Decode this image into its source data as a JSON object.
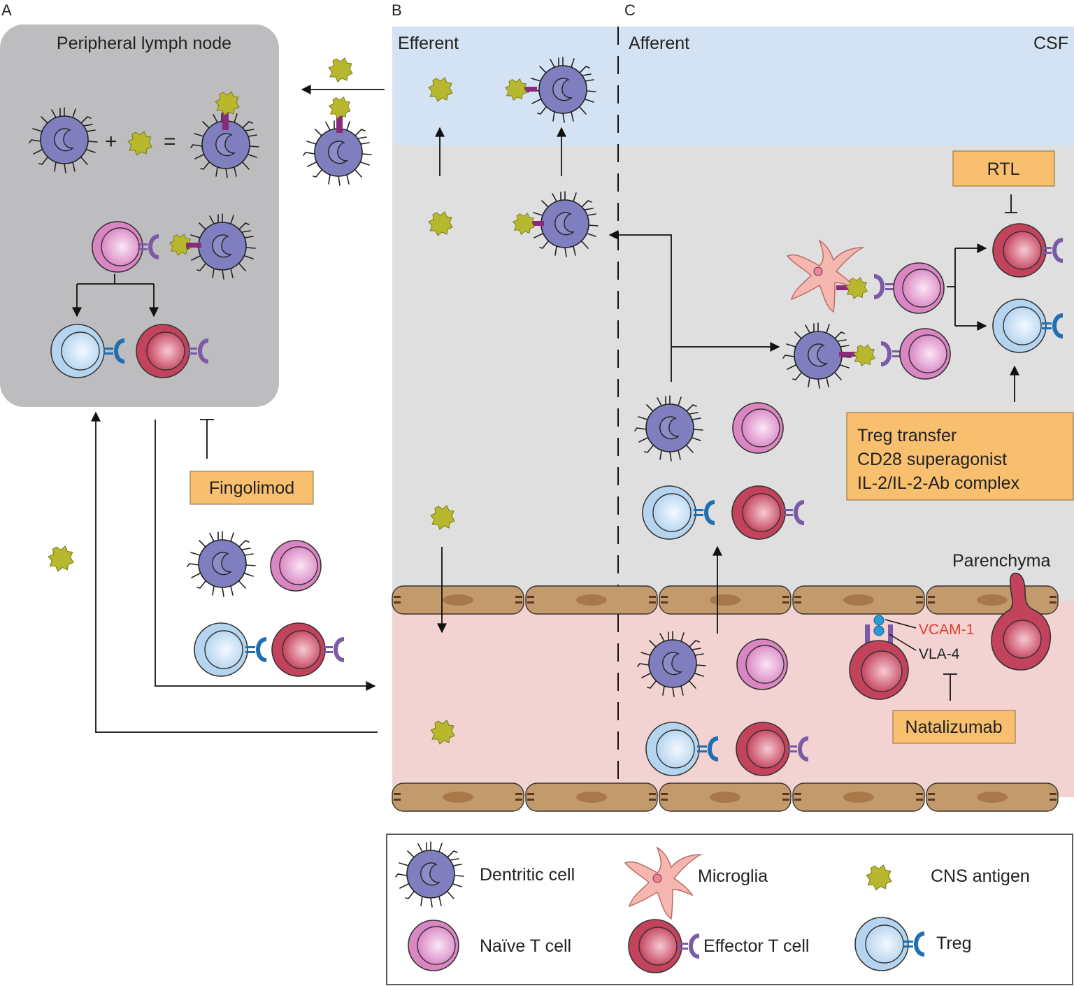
{
  "panels": {
    "a": "A",
    "b": "B",
    "c": "C"
  },
  "lymph_node": {
    "title": "Peripheral lymph node",
    "plus": "+",
    "equals": "="
  },
  "regions": {
    "efferent": "Efferent",
    "afferent": "Afferent",
    "csf": "CSF",
    "parenchyma": "Parenchyma"
  },
  "therapies": {
    "fingolimod": "Fingolimod",
    "rtl": "RTL",
    "treg_lines": [
      "Treg transfer",
      "CD28 superagonist",
      "IL-2/IL-2-Ab complex"
    ],
    "natalizumab": "Natalizumab"
  },
  "adhesion": {
    "vcam": "VCAM-1",
    "vla": "VLA-4"
  },
  "legend": {
    "dendritic": "Dentritic cell",
    "microglia": "Microglia",
    "antigen": "CNS antigen",
    "naive": "Naïve T cell",
    "effector": "Effector T cell",
    "treg": "Treg"
  },
  "colors": {
    "dendritic": "#7f7ebe",
    "naive": "#d98ac4",
    "effector": "#c9485f",
    "treg": "#bcd9f0",
    "receptor_treg": "#1f6fb2",
    "receptor_eff": "#7b5aa6",
    "antigen": "#b7b82e",
    "mhc": "#8a2a7b",
    "microglia": "#f6b7b1",
    "csf_bg": "#d4e3f3",
    "tissue_bg": "#e0dfe0",
    "blood_bg": "#f2d3d1",
    "lymph_bg": "#bdbdc0",
    "endothelium": "#c39a6b",
    "therapy_box": "#f8bf6f",
    "vcam_text": "#e53a2d"
  }
}
